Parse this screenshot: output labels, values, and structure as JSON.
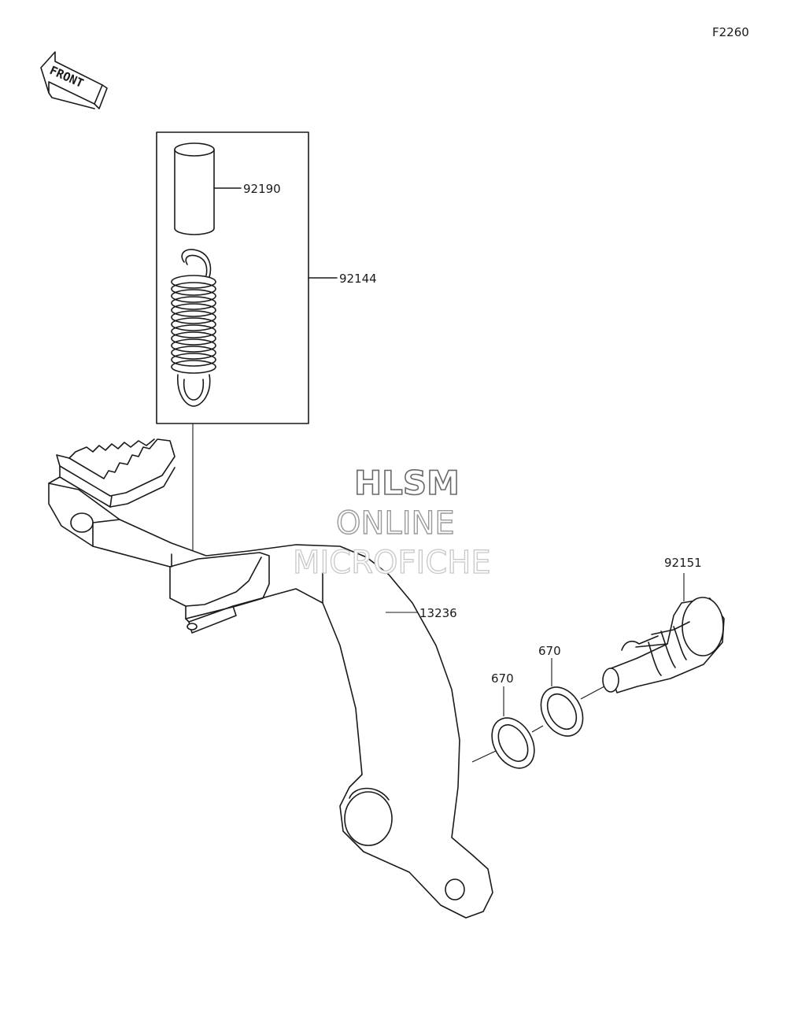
{
  "figure_code": "F2260",
  "direction_marker": {
    "text": "FRONT",
    "icon": "front-arrow-icon"
  },
  "watermark": {
    "line1": "HLSM",
    "line2": "ONLINE",
    "line3": "MICROFICHE"
  },
  "parts": [
    {
      "number": "92190",
      "description_icon": "collar-sleeve"
    },
    {
      "number": "92144",
      "description_icon": "spring-assembly-box"
    },
    {
      "number": "13236",
      "description_icon": "brake-pedal"
    },
    {
      "number": "92151",
      "description_icon": "pivot-bolt"
    },
    {
      "number": "670",
      "description_icon": "o-ring"
    },
    {
      "number": "670",
      "description_icon": "o-ring"
    }
  ],
  "colors": {
    "line": "#1a1a1a",
    "background": "#ffffff"
  }
}
